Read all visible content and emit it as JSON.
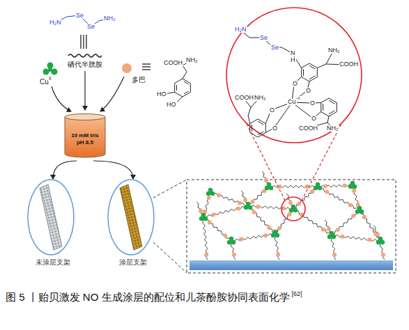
{
  "diagram": {
    "caption": "图 5 丨贻贝激发 NO 生成涂层的配位和儿茶酚胺协同表面化学",
    "nodes": [
      {
        "text": [
          "H₂N",
          "Se",
          "Se",
          "N",
          "H",
          "NH₂",
          "COOH",
          "O",
          "O",
          "Cu",
          "II",
          "O",
          "O",
          "COOH",
          "NH₂",
          "O",
          "O",
          "COOH",
          "NH₂"
        ]
      },
      {
        "text": [
          "10 mM tris",
          "pH 8.5"
        ]
      },
      {
        "text": [
          "未涂层支架"
        ]
      },
      {
        "text": [
          "涂层支架"
        ]
      }
    ],
    "edges": [
      {
        "from": 1,
        "to": 2,
        "arrow": "to"
      },
      {
        "from": 1,
        "to": 3,
        "arrow": "to"
      }
    ],
    "labels": [
      "H₂N",
      "Se",
      "Se",
      "NH₂",
      "硒代半胱胺",
      "Cu",
      "II",
      "多巴",
      "COOH",
      "NH₂",
      "HO",
      "HO",
      "[62]"
    ]
  }
}
